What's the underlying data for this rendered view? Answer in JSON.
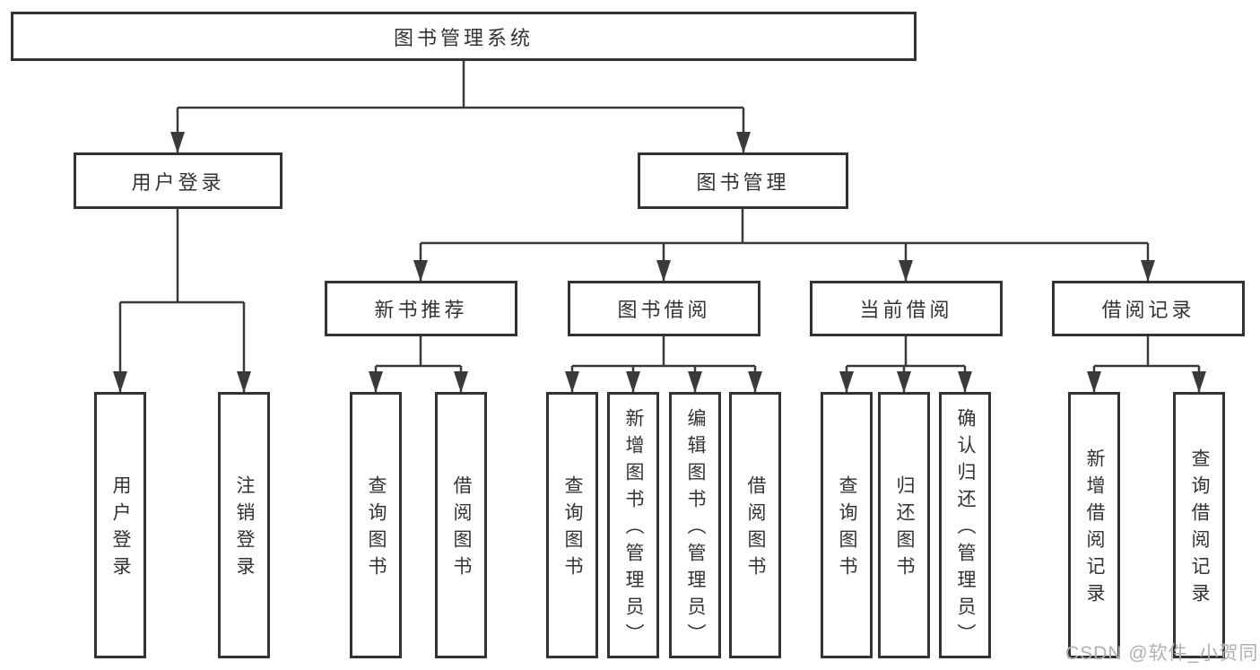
{
  "tree": {
    "root": {
      "label": "图书管理系统"
    },
    "user_login": {
      "label": "用户登录",
      "children": {
        "login": {
          "label": "用户登录"
        },
        "logout": {
          "label": "注销登录"
        }
      }
    },
    "book_mgmt": {
      "label": "图书管理",
      "sections": {
        "new_books": {
          "label": "新书推荐",
          "children": {
            "query": {
              "label": "查询图书"
            },
            "borrow": {
              "label": "借阅图书"
            }
          }
        },
        "borrowing": {
          "label": "图书借阅",
          "children": {
            "query": {
              "label": "查询图书"
            },
            "add": {
              "label": "新增图书（管理员）"
            },
            "edit": {
              "label": "编辑图书（管理员）"
            },
            "borrow": {
              "label": "借阅图书"
            }
          }
        },
        "current": {
          "label": "当前借阅",
          "children": {
            "query": {
              "label": "查询图书"
            },
            "return": {
              "label": "归还图书"
            },
            "confirm": {
              "label": "确认归还（管理员）"
            }
          }
        },
        "records": {
          "label": "借阅记录",
          "children": {
            "add": {
              "label": "新增借阅记录"
            },
            "query": {
              "label": "查询借阅记录"
            }
          }
        }
      }
    }
  },
  "watermark": {
    "text": "CSDN @软件_小贺同学",
    "color": "#b0b0b0"
  },
  "colors": {
    "line": "#3a3a3a",
    "border": "#333333",
    "text": "#333333"
  }
}
